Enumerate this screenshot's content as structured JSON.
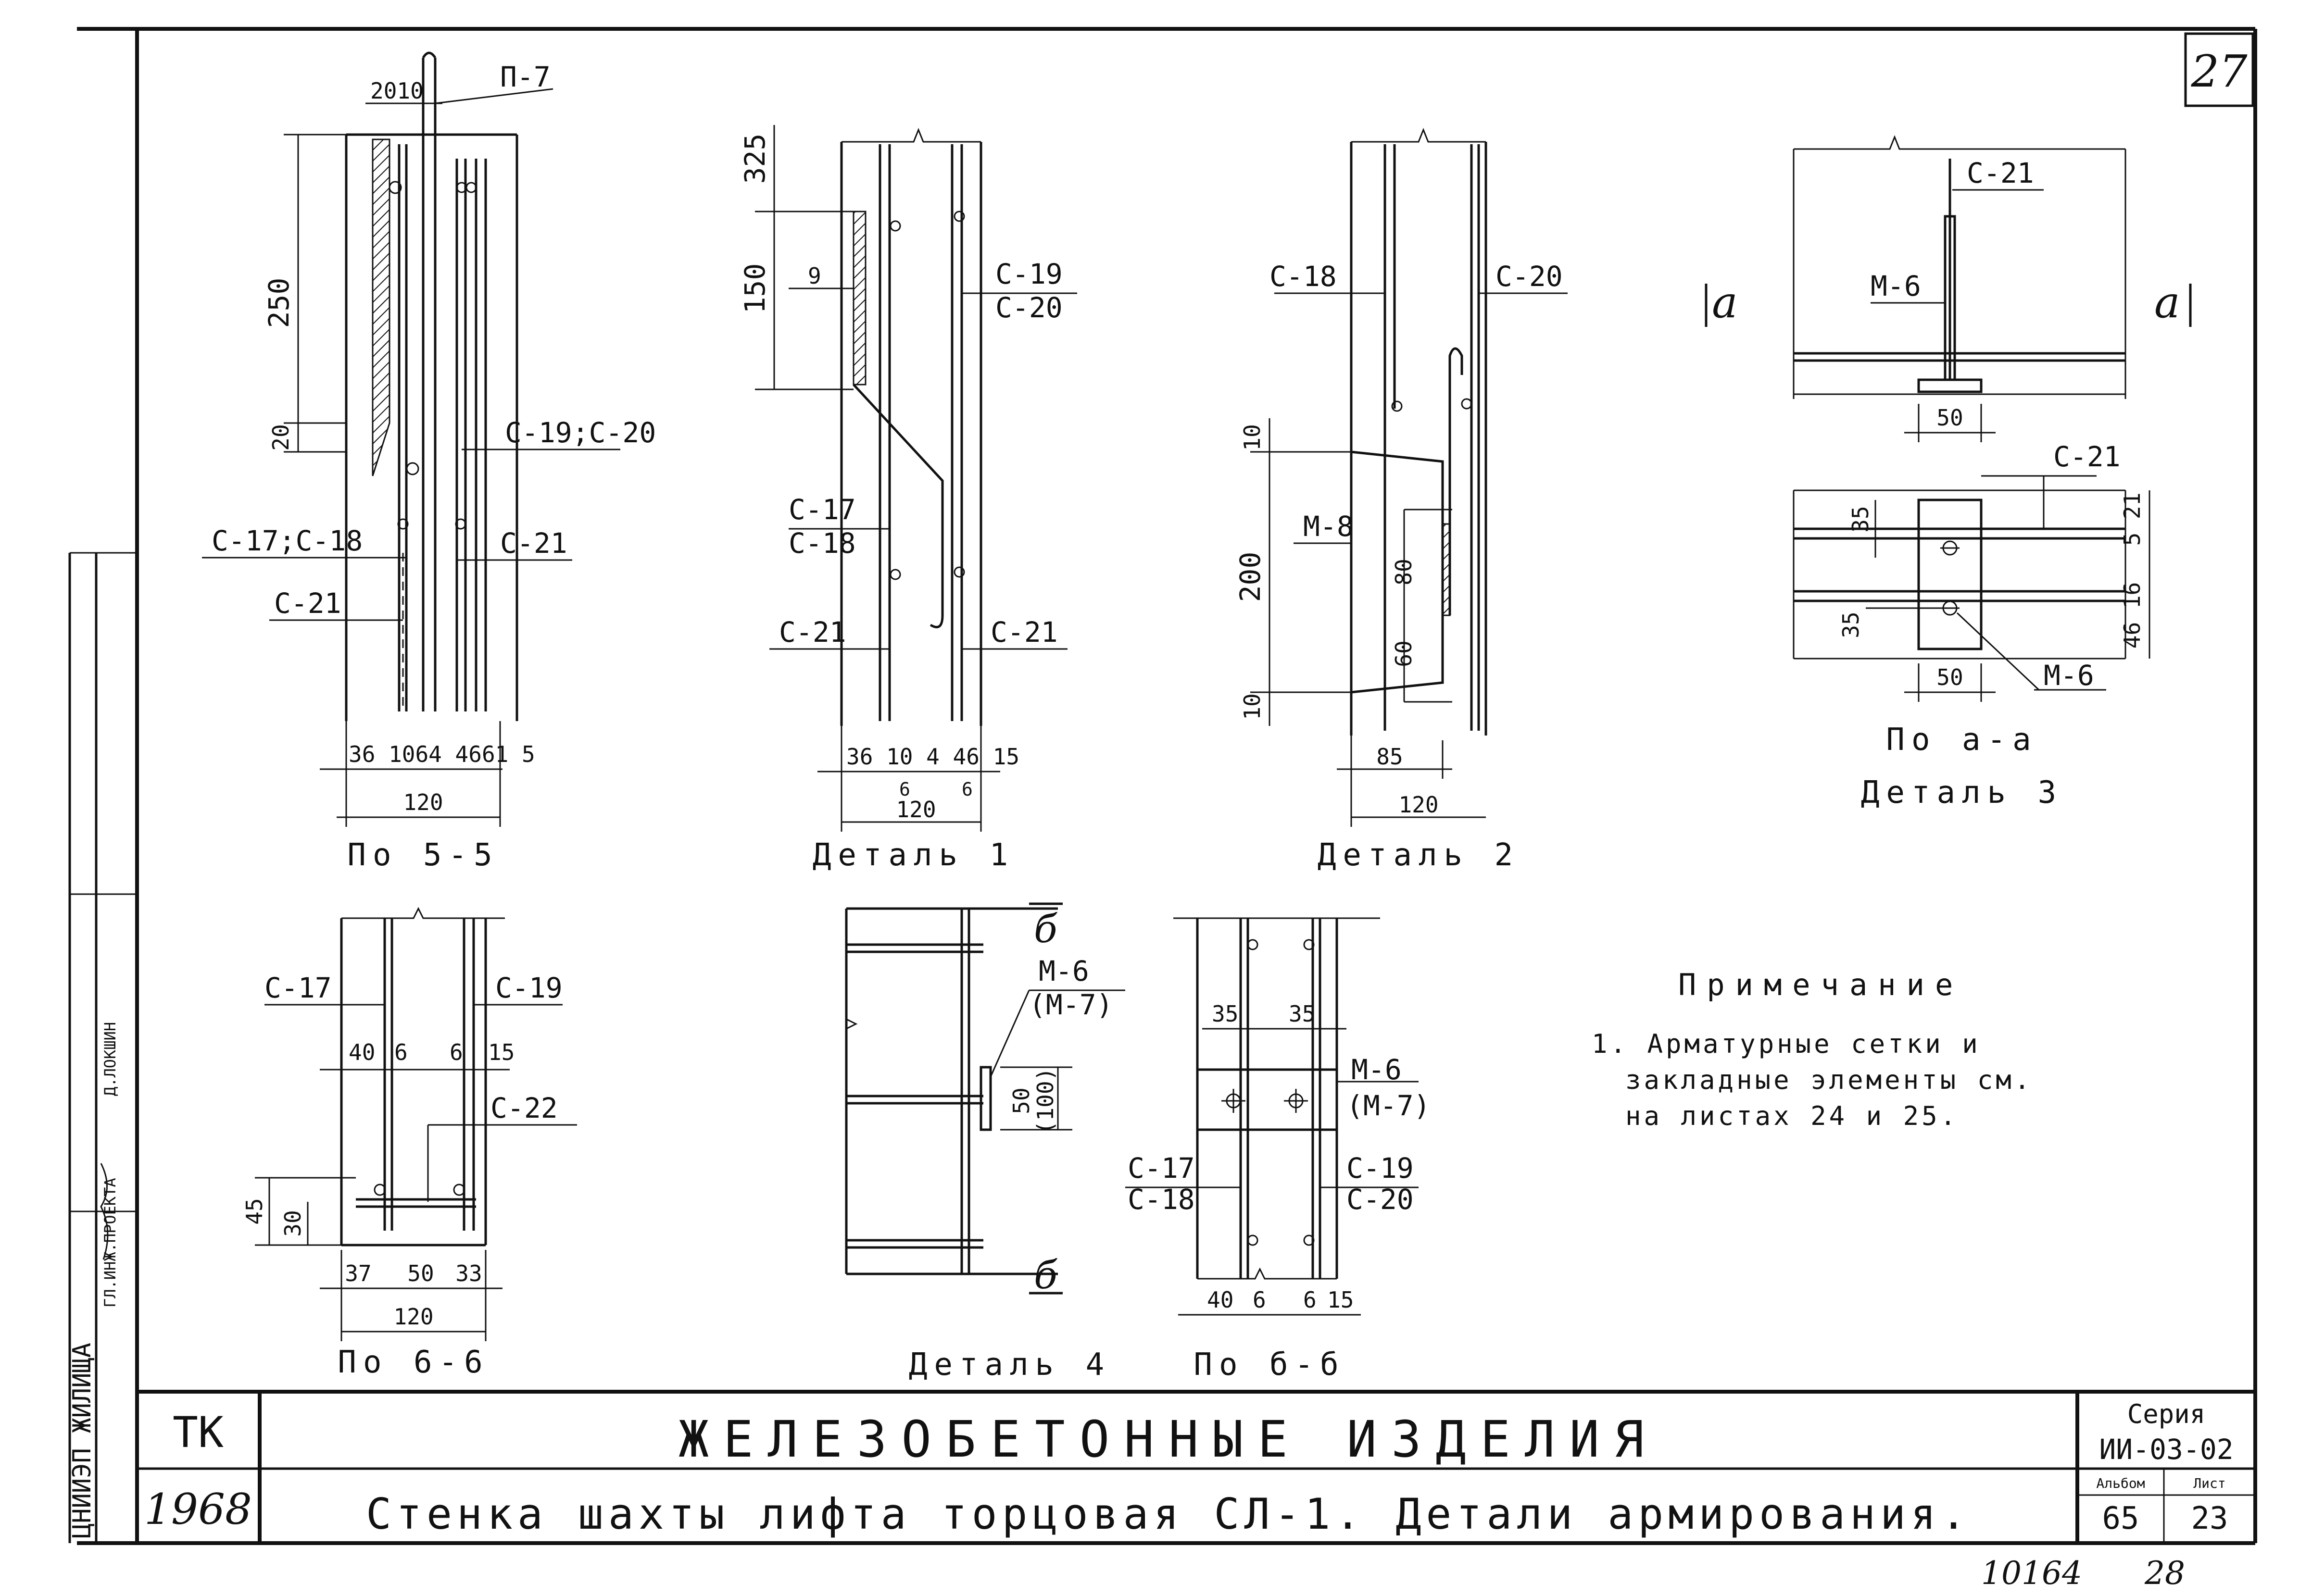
{
  "sheet": {
    "sheet_number": "27",
    "bottom_note": "10164",
    "bottom_note_2": "28"
  },
  "title_block": {
    "org": "ТК",
    "year": "1968",
    "title": "ЖЕЛЕЗОБЕТОННЫЕ ИЗДЕЛИЯ",
    "subtitle": "Стенка шахты лифта торцовая СЛ-1. Детали армирования.",
    "series_label": "Серия",
    "series_value": "ИИ-03-02",
    "album_label": "Альбом",
    "album_value": "65",
    "list_label": "Лист",
    "list_value": "23"
  },
  "side_stamp": {
    "org_text": "ЦНИИЭП ЖИЛИЩА",
    "role_text": "ГЛ.ИНЖ.ПРОЕКТА",
    "signature_name": "Д.ЛОКШИН"
  },
  "note": {
    "heading": "Примечание",
    "line1": "1. Арматурные сетки и",
    "line2": "закладные элементы см.",
    "line3": "на листах 24 и 25."
  },
  "view_5_5": {
    "caption": "По 5-5",
    "dim_top": "2010",
    "dim_250": "250",
    "dim_20": "20",
    "label_p7": "П-7",
    "label_c19c20": "С-19;С-20",
    "label_c17c18": "С-17;С-18",
    "label_c21a": "С-21",
    "label_c21b": "С-21",
    "dims_bottom": "36 1064  4661 5",
    "dim_total": "120"
  },
  "detail_1": {
    "caption": "Деталь 1",
    "dim_325": "325",
    "dim_150": "150",
    "label_9": "9",
    "label_c19": "С-19",
    "label_c20": "С-20",
    "label_c17": "С-17",
    "label_c18": "С-18",
    "label_c21a": "С-21",
    "label_c21b": "С-21",
    "dims_bottom": "36 10 4  46 15",
    "dim_6a": "6",
    "dim_6b": "6",
    "dim_total": "120"
  },
  "detail_2": {
    "caption": "Деталь 2",
    "label_c18": "С-18",
    "label_c20": "С-20",
    "label_m8": "М-8",
    "dim_10a": "10",
    "dim_200": "200",
    "dim_10b": "10",
    "dim_80": "80",
    "dim_60": "60",
    "dim_85": "85",
    "dim_total": "120"
  },
  "detail_3": {
    "caption_section": "По а-а",
    "caption": "Деталь 3",
    "label_a_left": "а",
    "label_a_right": "а",
    "label_c21_top": "С-21",
    "label_m6_top": "М-6",
    "dim_50_top": "50",
    "label_c21_plan": "С-21",
    "dim_35a": "35",
    "dim_35b": "35",
    "dim_50_plan": "50",
    "label_m6_plan": "М-6",
    "dim_right_a": "5 21",
    "dim_right_b": "46 16"
  },
  "view_6_6": {
    "caption": "По 6-6",
    "label_c17": "С-17",
    "label_c19": "С-19",
    "label_c22": "С-22",
    "dim_40": "40",
    "dim_6a": "6",
    "dim_6b": "6",
    "dim_15": "15",
    "dim_45": "45",
    "dim_30": "30",
    "dim_37": "37",
    "dim_50": "50",
    "dim_33": "33",
    "dim_total": "120"
  },
  "detail_4": {
    "caption": "Деталь 4",
    "label_b_top": "б",
    "label_b_bottom": "б",
    "label_m6": "М-6",
    "label_m7": "(М-7)",
    "dim_50": "50",
    "dim_100": "(100)"
  },
  "view_b_b": {
    "caption": "По б-б",
    "dim_35a": "35",
    "dim_35b": "35",
    "label_m6": "М-6",
    "label_m7": "(М-7)",
    "label_c17": "С-17",
    "label_c18": "С-18",
    "label_c19": "С-19",
    "label_c20": "С-20",
    "dim_40": "40",
    "dim_6a": "6",
    "dim_6b": "6",
    "dim_15": "15"
  }
}
